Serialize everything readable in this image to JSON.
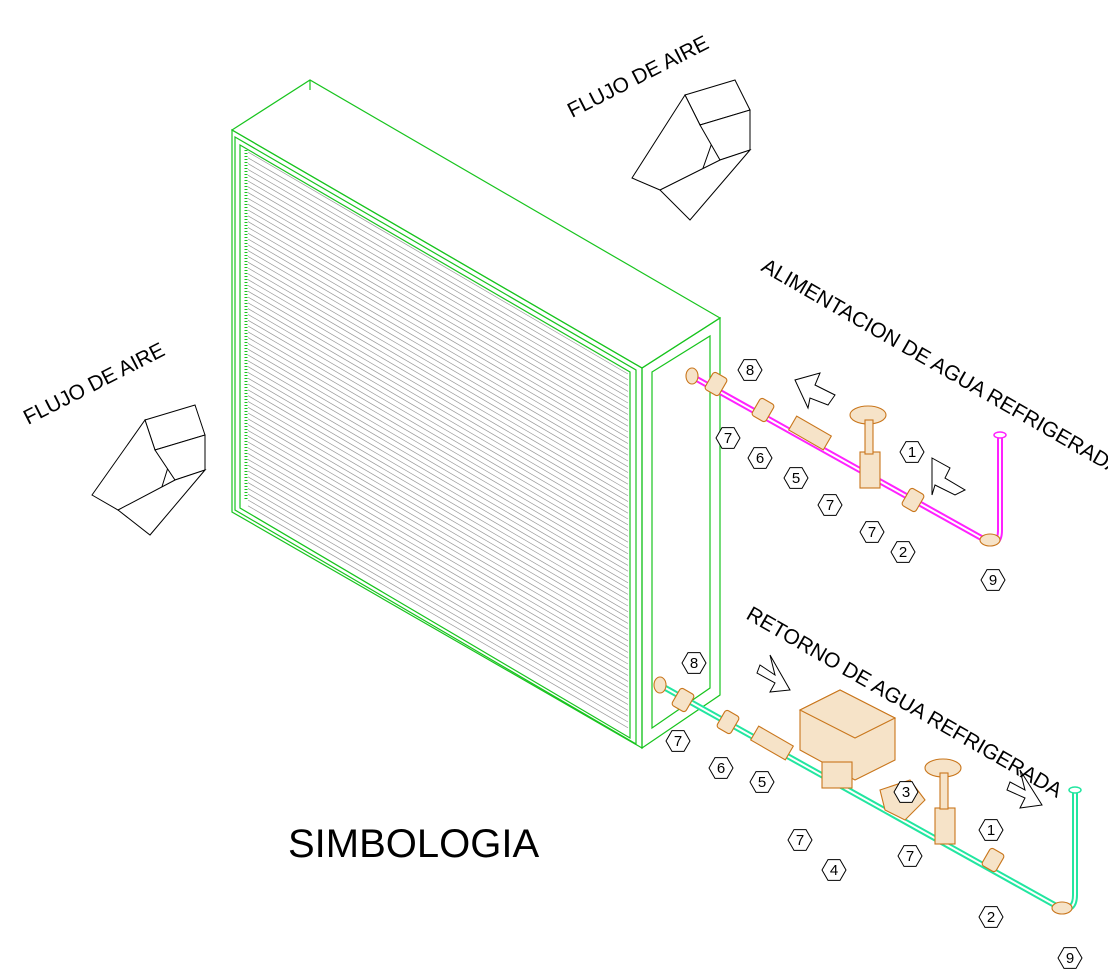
{
  "labels": {
    "airflow_top": "FLUJO DE AIRE",
    "airflow_left": "FLUJO DE AIRE",
    "supply_title": "ALIMENTACION DE AGUA REFRIGERADA",
    "return_title": "RETORNO DE AGUA REFRIGERADA",
    "legend_title": "SIMBOLOGIA"
  },
  "supply_tags": [
    "8",
    "7",
    "6",
    "5",
    "7",
    "7",
    "1",
    "2",
    "9"
  ],
  "return_tags": [
    "8",
    "7",
    "6",
    "5",
    "7",
    "4",
    "3",
    "7",
    "1",
    "2",
    "9"
  ],
  "colors": {
    "coil_outline": "#18c41e",
    "supply_pipe": "#ff22ff",
    "return_pipe": "#22e6a0",
    "fittings": "#c9761c"
  }
}
